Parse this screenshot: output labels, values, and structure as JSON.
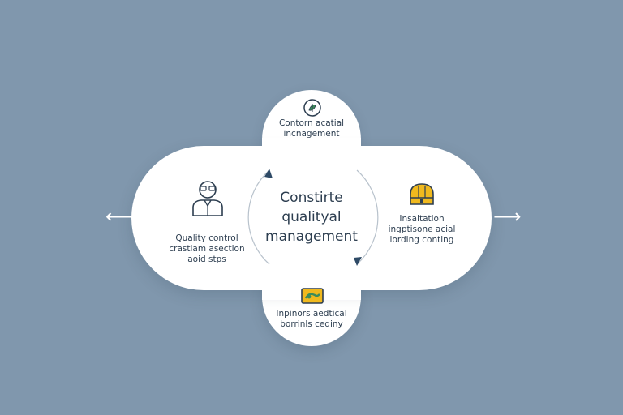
{
  "center": {
    "lines": [
      "Constirte",
      "qualityal",
      "management"
    ]
  },
  "nodes": {
    "top": {
      "lines": [
        "Contorn acatial",
        "incnagement"
      ],
      "icon": "gear-leaf-icon"
    },
    "left": {
      "lines": [
        "Quality control",
        "crastiam asection",
        "aoid stps"
      ],
      "icon": "person-icon"
    },
    "right": {
      "lines": [
        "Insaltation",
        "ingptisone acial",
        "lording conting"
      ],
      "icon": "helmet-icon"
    },
    "bottom": {
      "lines": [
        "Inpinors aedtical",
        "borrinls cediny"
      ],
      "icon": "box-icon"
    }
  },
  "colors": {
    "background": "#8097ad",
    "text": "#2d3e50",
    "accent_yellow": "#f0b91e",
    "accent_green": "#3d8c5a",
    "arrow": "#2e4a66"
  }
}
